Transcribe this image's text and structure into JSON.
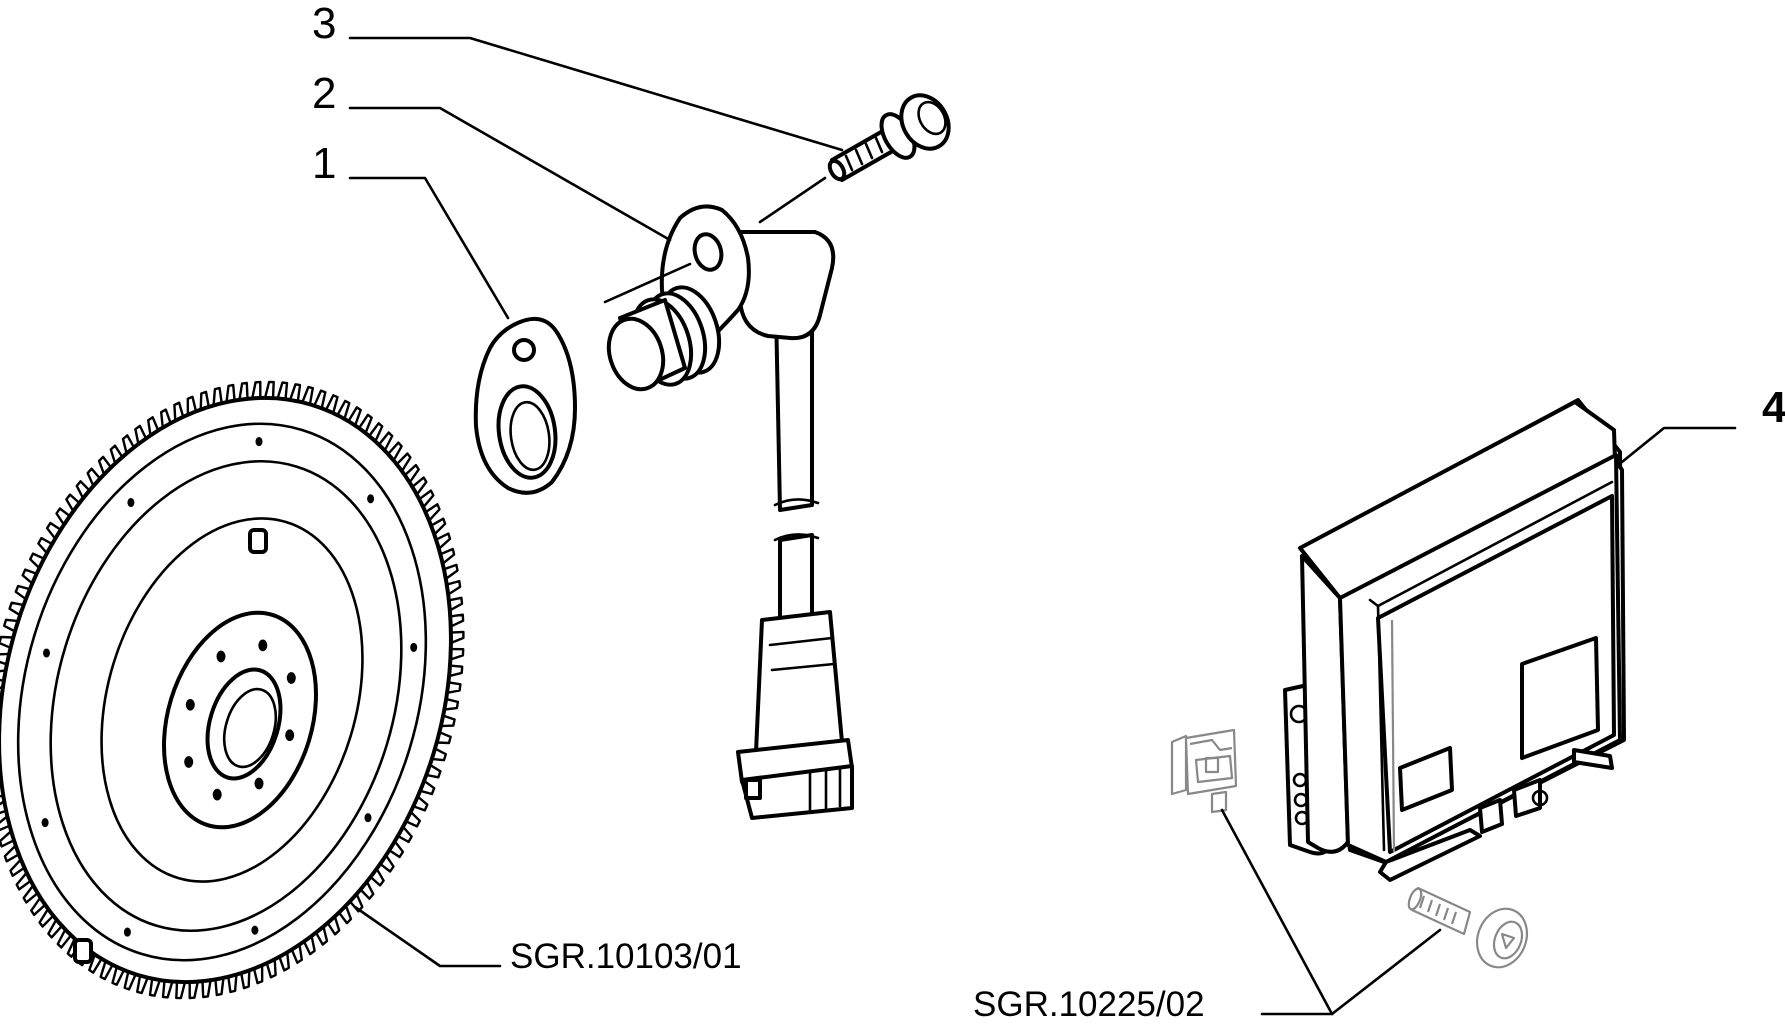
{
  "callouts": [
    {
      "number": "1"
    },
    {
      "number": "2"
    },
    {
      "number": "3"
    },
    {
      "number": "4"
    }
  ],
  "references": [
    {
      "code": "SGR.10103/01"
    },
    {
      "code": "SGR.10225/02"
    }
  ]
}
